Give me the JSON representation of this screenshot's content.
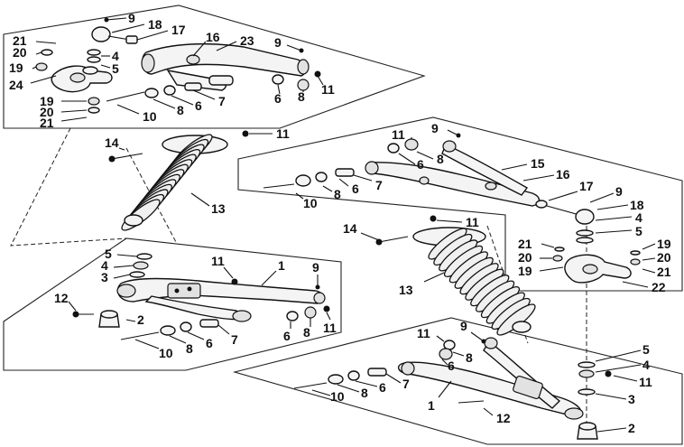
{
  "diagram": {
    "part_numbers": [
      "1",
      "2",
      "3",
      "4",
      "5",
      "6",
      "7",
      "8",
      "9",
      "10",
      "11",
      "12",
      "13",
      "14",
      "15",
      "16",
      "17",
      "18",
      "19",
      "20",
      "21",
      "22",
      "23",
      "24"
    ],
    "callouts": {
      "a": "9",
      "b": "18",
      "c": "17",
      "d": "16",
      "e": "23",
      "f": "9",
      "g": "21",
      "h": "20",
      "i": "19",
      "j": "24",
      "k": "4",
      "l": "5",
      "m": "6",
      "n": "8",
      "o": "11",
      "p": "19",
      "q": "20",
      "r": "21",
      "s": "10",
      "t": "8",
      "u": "6",
      "v": "7",
      "w": "14",
      "x": "11",
      "y": "13",
      "z": "11",
      "aa": "9",
      "ab": "8",
      "ac": "6",
      "ad": "15",
      "ae": "16",
      "af": "17",
      "ag": "9",
      "ah": "18",
      "ai": "10",
      "aj": "8",
      "ak": "6",
      "al": "7",
      "am": "4",
      "an": "5",
      "ao": "21",
      "ap": "20",
      "aq": "19",
      "ar": "19",
      "as": "20",
      "at": "21",
      "au": "22",
      "av": "14",
      "aw": "11",
      "ax": "13",
      "ay": "5",
      "az": "4",
      "ba": "3",
      "bb": "11",
      "bc": "1",
      "bd": "9",
      "be": "12",
      "bf": "2",
      "bg": "6",
      "bh": "8",
      "bi": "11",
      "bj": "10",
      "bk": "8",
      "bl": "6",
      "bm": "7",
      "bn": "9",
      "bo": "11",
      "bp": "8",
      "bq": "6",
      "br": "5",
      "bs": "4",
      "bt": "11",
      "bu": "10",
      "bv": "8",
      "bw": "6",
      "bx": "7",
      "by": "1",
      "bz": "3",
      "ca": "12",
      "cb": "2"
    }
  }
}
